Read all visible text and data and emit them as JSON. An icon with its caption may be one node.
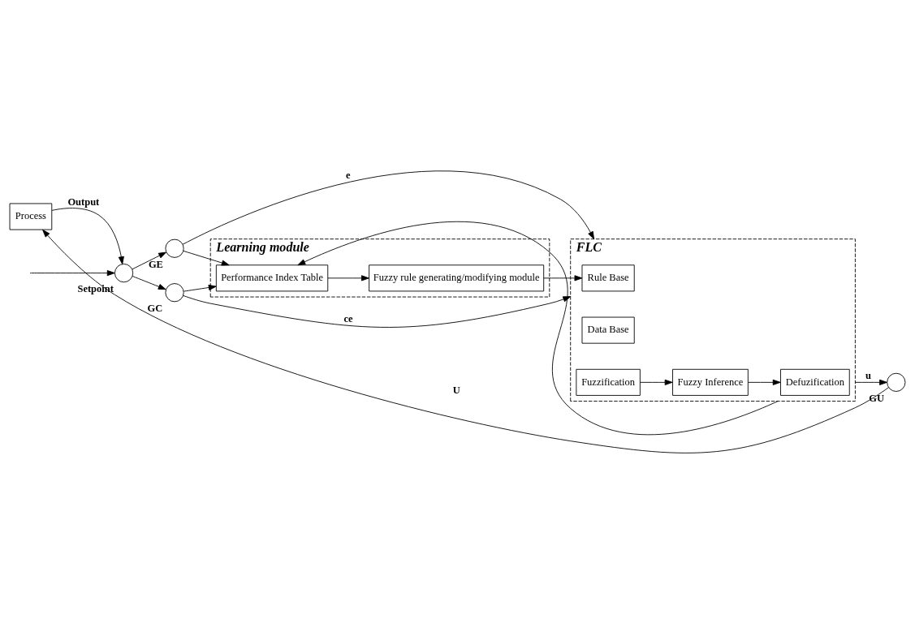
{
  "diagram": {
    "nodes": [
      {
        "text": [
          "Learning module"
        ]
      },
      {
        "text": [
          "Performance Index Table"
        ],
        "in": 0
      },
      {
        "text": [
          "Fuzzy rule generating/modifying module"
        ],
        "in": 0
      },
      {
        "text": [
          "FLC"
        ]
      },
      {
        "text": [
          "Rule Base"
        ],
        "in": 3
      },
      {
        "text": [
          "Data Base"
        ],
        "in": 3
      },
      {
        "text": [
          "Fuzzification"
        ],
        "in": 3
      },
      {
        "text": [
          "Fuzzy Inference"
        ],
        "in": 3
      },
      {
        "text": [
          "Defuzification"
        ],
        "in": 3
      },
      {
        "text": [],
        "shape": "circle",
        "beside": [
          "Setpoint"
        ]
      },
      {
        "text": [],
        "shape": "circle",
        "beside": [
          "GE"
        ]
      },
      {
        "text": [],
        "shape": "circle",
        "beside": [
          "GC"
        ]
      },
      {
        "text": [
          "Process"
        ]
      },
      {
        "text": [],
        "shape": "circle",
        "beside": [
          "GU"
        ]
      }
    ],
    "edges": [
      {
        "from": null,
        "to": 9,
        "arrow": "to"
      },
      {
        "from": 9,
        "to": 10,
        "arrow": "to"
      },
      {
        "from": 9,
        "to": 11,
        "arrow": "to"
      },
      {
        "from": 10,
        "to": 3,
        "arrow": "to",
        "label": "e"
      },
      {
        "from": 11,
        "to": 3,
        "arrow": "to",
        "label": "ce"
      },
      {
        "from": 10,
        "to": 1,
        "arrow": "to"
      },
      {
        "from": 11,
        "to": 1,
        "arrow": "to"
      },
      {
        "from": 1,
        "to": 2,
        "arrow": "to"
      },
      {
        "from": 2,
        "to": 4,
        "arrow": "to"
      },
      {
        "from": 6,
        "to": 7,
        "arrow": "to"
      },
      {
        "from": 7,
        "to": 8,
        "arrow": "to"
      },
      {
        "from": 3,
        "to": 13,
        "arrow": "to",
        "label": "u"
      },
      {
        "from": 3,
        "to": 1,
        "arrow": "to"
      },
      {
        "from": 13,
        "to": 12,
        "arrow": "to",
        "label": "U"
      },
      {
        "from": 12,
        "to": 9,
        "arrow": "to",
        "label": "Output"
      }
    ]
  }
}
